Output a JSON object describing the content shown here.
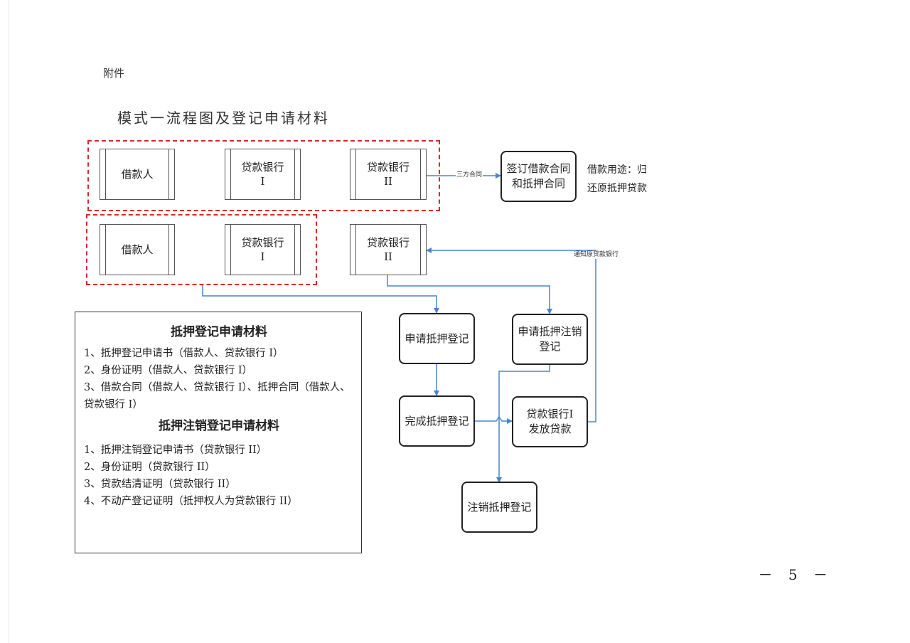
{
  "attachment_label": "附件",
  "title": "模式一流程图及登记申请材料",
  "parties": {
    "row1_borrower": "借款人",
    "row1_bank1": [
      "贷款银行",
      "I"
    ],
    "row1_bank2": [
      "贷款银行",
      "II"
    ],
    "row2_borrower": "借款人",
    "row2_bank1": [
      "贷款银行",
      "I"
    ],
    "row2_bank2": [
      "贷款银行",
      "II"
    ]
  },
  "steps": {
    "sign_contract": [
      "签订借款合同",
      "和抵押合同"
    ],
    "apply_mortgage": "申请抵押登记",
    "apply_cancel": [
      "申请抵押注销",
      "登记"
    ],
    "complete_mortgage": "完成抵押登记",
    "bank_release": [
      "贷款银行I",
      "发放贷款"
    ],
    "cancel_mortgage": "注销抵押登记"
  },
  "loan_purpose_note": [
    "借款用途：归",
    "还原抵押贷款"
  ],
  "connector_labels": {
    "tripartite": "三方合同",
    "notify_bank": "通知原贷款银行"
  },
  "materials": {
    "mortgage_title": "抵押登记申请材料",
    "mortgage_items": [
      "1、抵押登记申请书（借款人、贷款银行 I）",
      "2、身份证明（借款人、贷款银行 I）",
      "3、借款合同（借款人、贷款银行 I）、抵押合同（借款人、贷款银行 I）"
    ],
    "cancel_title": "抵押注销登记申请材料",
    "cancel_items": [
      "1、抵押注销登记申请书（贷款银行 II）",
      "2、身份证明（贷款银行 II）",
      "3、贷款结清证明（贷款银行 II）",
      "4、不动产登记证明（抵押权人为贷款银行 II）"
    ]
  },
  "page_number": "－ 5 －",
  "colors": {
    "dashed_border": "#d22b2b",
    "arrow": "#4a86c8"
  }
}
